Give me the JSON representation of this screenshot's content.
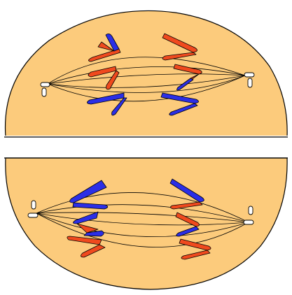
{
  "colors": {
    "background": "#ffffff",
    "cytoplasm": "#FCCB7C",
    "outline": "#000000",
    "chromatid_red": "#F04A1E",
    "chromatid_blue": "#2B2EE6",
    "centriole": "#ffffff"
  },
  "panels": [
    {
      "id": "top",
      "chromosomes": [
        {
          "side": "left",
          "colors": [
            "chromatid_red",
            "chromatid_blue"
          ]
        },
        {
          "side": "left",
          "colors": [
            "chromatid_red",
            "chromatid_red"
          ]
        },
        {
          "side": "left",
          "colors": [
            "chromatid_blue",
            "chromatid_blue"
          ]
        },
        {
          "side": "right",
          "colors": [
            "chromatid_red",
            "chromatid_red"
          ]
        },
        {
          "side": "right",
          "colors": [
            "chromatid_red",
            "chromatid_blue"
          ]
        },
        {
          "side": "right",
          "colors": [
            "chromatid_blue",
            "chromatid_blue"
          ]
        }
      ]
    },
    {
      "id": "bottom",
      "chromosomes": [
        {
          "side": "left",
          "colors": [
            "chromatid_blue",
            "chromatid_blue"
          ]
        },
        {
          "side": "left",
          "colors": [
            "chromatid_blue",
            "chromatid_red"
          ]
        },
        {
          "side": "left",
          "colors": [
            "chromatid_red",
            "chromatid_red"
          ]
        },
        {
          "side": "right",
          "colors": [
            "chromatid_blue",
            "chromatid_red"
          ]
        },
        {
          "side": "right",
          "colors": [
            "chromatid_red",
            "chromatid_blue"
          ]
        },
        {
          "side": "right",
          "colors": [
            "chromatid_red",
            "chromatid_red"
          ]
        }
      ]
    }
  ]
}
